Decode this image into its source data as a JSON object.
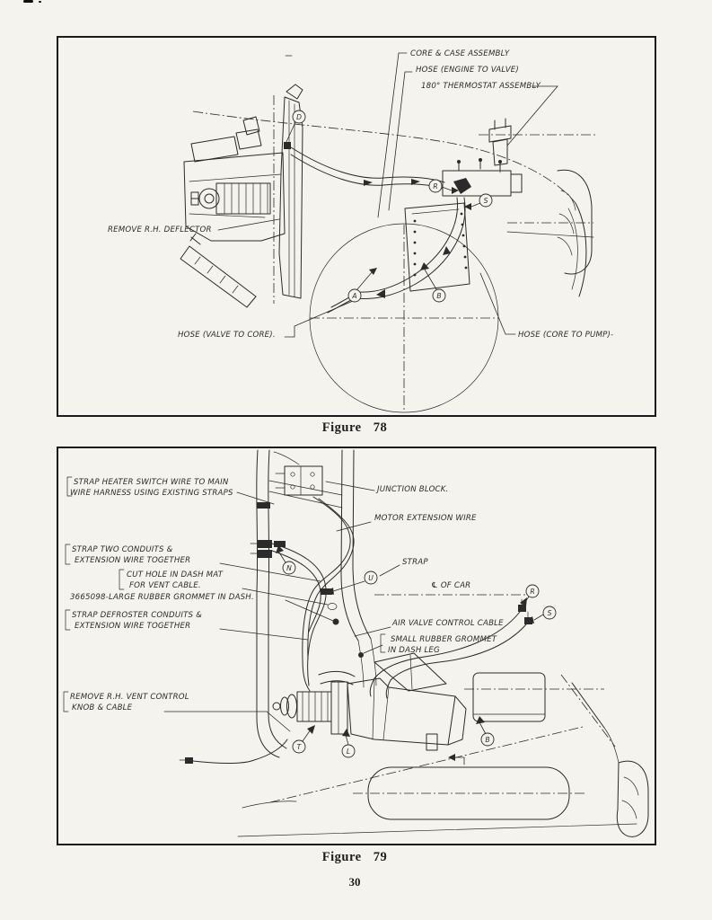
{
  "page": {
    "number": "30"
  },
  "figure78": {
    "caption": "Figure 78",
    "labels": {
      "core_case": "CORE & CASE ASSEMBLY",
      "hose_engine_valve": "HOSE (ENGINE TO VALVE)",
      "thermostat": "180° THERMOSTAT ASSEMBLY",
      "remove_deflector": "REMOVE R.H. DEFLECTOR",
      "hose_valve_core": "HOSE (VALVE TO CORE).",
      "hose_core_pump": "HOSE (CORE TO PUMP)-"
    },
    "markers": {
      "d": "D",
      "r": "R",
      "s": "S",
      "a": "A",
      "b": "B"
    }
  },
  "figure79": {
    "caption": "Figure 79",
    "labels": {
      "strap_heater_line1": "STRAP HEATER SWITCH WIRE TO MAIN",
      "strap_heater_line2": "WIRE HARNESS USING EXISTING STRAPS",
      "junction_block": "JUNCTION BLOCK.",
      "motor_extension": "MOTOR EXTENSION WIRE",
      "strap_two_line1": "STRAP TWO CONDUITS &",
      "strap_two_line2": "EXTENSION WIRE TOGETHER",
      "cut_hole_line1": "CUT HOLE IN DASH MAT",
      "cut_hole_line2": "FOR VENT CABLE.",
      "grommet_dash": "3665098-LARGE RUBBER GROMMET IN DASH.",
      "strap_defroster_line1": "STRAP DEFROSTER CONDUITS &",
      "strap_defroster_line2": "EXTENSION WIRE TOGETHER",
      "strap": "STRAP",
      "centerline": "℄ OF CAR",
      "air_valve": "AIR VALVE CONTROL CABLE",
      "small_grommet_line1": "SMALL RUBBER GROMMET",
      "small_grommet_line2": "IN DASH LEG",
      "remove_vent_line1": "REMOVE R.H. VENT CONTROL",
      "remove_vent_line2": "KNOB & CABLE"
    },
    "markers": {
      "n": "N",
      "u": "U",
      "r": "R",
      "s": "S",
      "t": "T",
      "l": "L",
      "b": "B"
    }
  }
}
